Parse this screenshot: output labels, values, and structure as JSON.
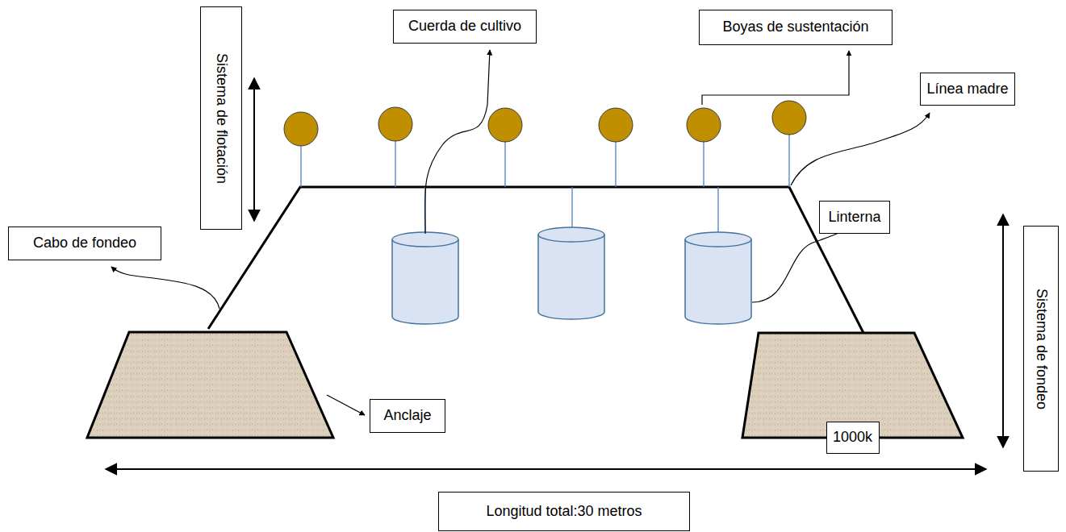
{
  "diagram": {
    "nodes": [
      {
        "text": [
          "Sistema de flotación"
        ]
      },
      {
        "text": [
          "Cuerda de cultivo"
        ]
      },
      {
        "text": [
          "Boyas de sustentación"
        ]
      },
      {
        "text": [
          "Línea madre"
        ]
      },
      {
        "text": [
          "Cabo de fondeo"
        ]
      },
      {
        "text": [
          "Linterna"
        ]
      },
      {
        "text": [
          "Anclaje"
        ]
      },
      {
        "text": [
          "1000k"
        ]
      },
      {
        "text": [
          "Sistema de fondeo"
        ]
      },
      {
        "text": [
          "Longitud total:30 metros"
        ]
      }
    ]
  }
}
